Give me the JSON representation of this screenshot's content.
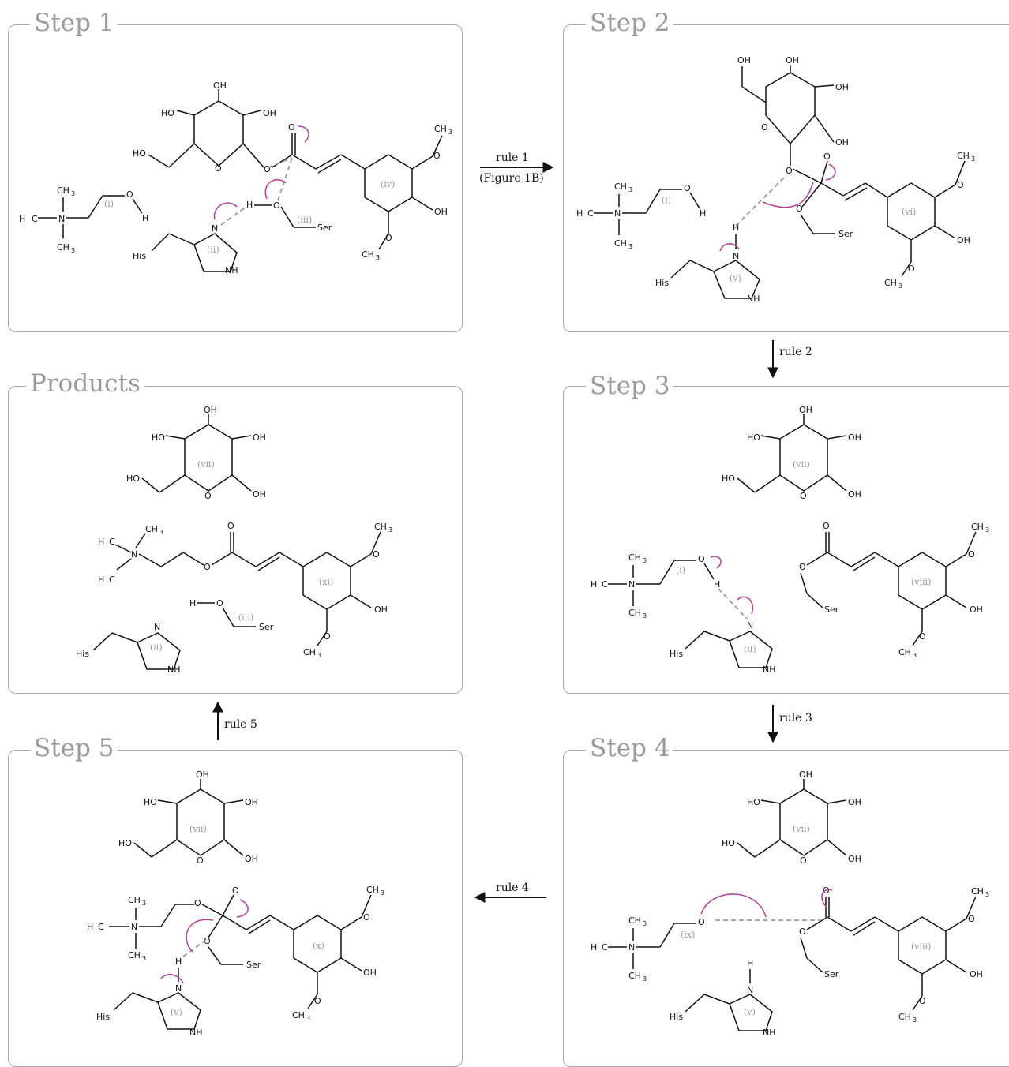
{
  "panels": {
    "step1": "Step 1",
    "step2": "Step 2",
    "step3": "Step 3",
    "step4": "Step 4",
    "step5": "Step 5",
    "products": "Products"
  },
  "arrows": {
    "rule1": "rule 1",
    "rule1_ref": "(Figure 1B)",
    "rule2": "rule 2",
    "rule3": "rule 3",
    "rule4": "rule 4",
    "rule5": "rule 5"
  },
  "atoms": {
    "oh": "OH",
    "ho": "HO",
    "o": "O",
    "h": "H",
    "n": "N",
    "nh": "NH",
    "ch": "CH",
    "sub3": "3",
    "h3c": "H",
    "c": "C",
    "his": "His",
    "ser": "Ser"
  },
  "labels": {
    "i": "(i)",
    "ii": "(ii)",
    "iii": "(iii)",
    "iv": "(iv)",
    "v": "(v)",
    "vi": "(vi)",
    "vii": "(vii)",
    "viii": "(viii)",
    "ix": "(ix)",
    "x": "(x)",
    "xi": "(xi)"
  },
  "colors": {
    "electron_push": "#b4479d",
    "dashed_interaction": "#9a9a9a",
    "panel_border": "#a8a8a8",
    "title_gray": "#9a9a9a"
  }
}
